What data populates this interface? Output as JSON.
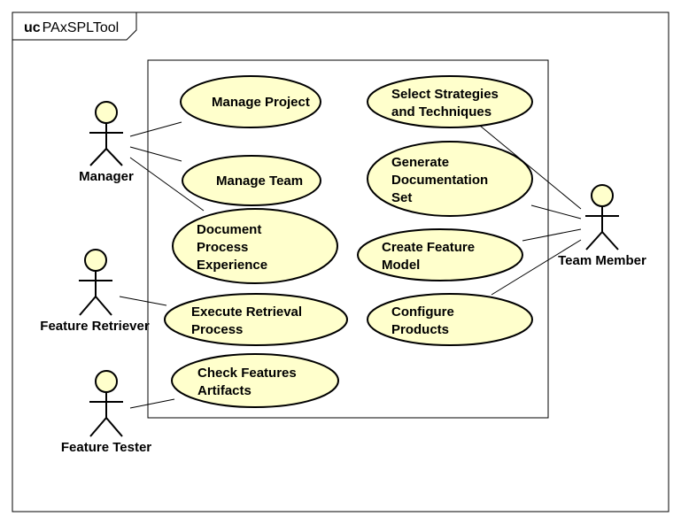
{
  "diagram": {
    "frame": {
      "keyword": "uc",
      "name": "PAxSPLTool"
    },
    "colors": {
      "usecase_fill": "#FFFFCC",
      "line": "#000000",
      "background": "#FFFFFF"
    },
    "actors": {
      "manager": {
        "label": "Manager"
      },
      "feature_retriever": {
        "label": "Feature Retriever"
      },
      "feature_tester": {
        "label": "Feature Tester"
      },
      "team_member": {
        "label": "Team Member"
      }
    },
    "use_cases": {
      "manage_project": {
        "lines": [
          "Manage Project"
        ]
      },
      "manage_team": {
        "lines": [
          "Manage Team"
        ]
      },
      "document_process_experience": {
        "lines": [
          "Document",
          "Process",
          "Experience"
        ]
      },
      "execute_retrieval_process": {
        "lines": [
          "Execute Retrieval",
          "Process"
        ]
      },
      "check_features_artifacts": {
        "lines": [
          "Check Features",
          "Artifacts"
        ]
      },
      "select_strategies_and_techniques": {
        "lines": [
          "Select Strategies",
          "and Techniques"
        ]
      },
      "generate_documentation_set": {
        "lines": [
          "Generate",
          "Documentation",
          "Set"
        ]
      },
      "create_feature_model": {
        "lines": [
          "Create Feature",
          "Model"
        ]
      },
      "configure_products": {
        "lines": [
          "Configure",
          "Products"
        ]
      }
    },
    "associations": [
      {
        "actor": "manager",
        "use_case": "manage_project"
      },
      {
        "actor": "manager",
        "use_case": "manage_team"
      },
      {
        "actor": "manager",
        "use_case": "document_process_experience"
      },
      {
        "actor": "feature_retriever",
        "use_case": "execute_retrieval_process"
      },
      {
        "actor": "feature_tester",
        "use_case": "check_features_artifacts"
      },
      {
        "actor": "team_member",
        "use_case": "select_strategies_and_techniques"
      },
      {
        "actor": "team_member",
        "use_case": "generate_documentation_set"
      },
      {
        "actor": "team_member",
        "use_case": "create_feature_model"
      },
      {
        "actor": "team_member",
        "use_case": "configure_products"
      }
    ]
  }
}
